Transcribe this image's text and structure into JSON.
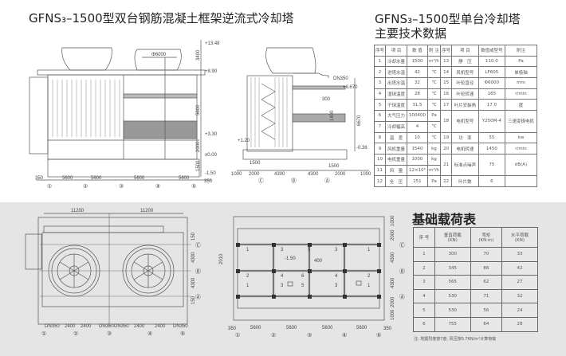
{
  "titles": {
    "left": "GFNS₃–1500型双台钢筋混凝土框架逆流式冷却塔",
    "right_line1": "GFNS₃–1500型单台冷却塔",
    "right_line2": "主要技术数据"
  },
  "spec_table": {
    "headers": [
      "序号",
      "项 目",
      "数 值",
      "附 注",
      "序号",
      "项 目",
      "数值或型号",
      "附注"
    ],
    "rows": [
      [
        "1",
        "冷却水量",
        "1500",
        "m³/h",
        "13",
        "静　压",
        "110.0",
        "Pa"
      ],
      [
        "2",
        "进塔水温",
        "42",
        "℃",
        "14",
        "风机型号",
        "LF605",
        "单极轴"
      ],
      [
        "3",
        "出塔水温",
        "32",
        "℃",
        "15",
        "叶轮直径",
        "Φ6000",
        "mm"
      ],
      [
        "4",
        "湿球温度",
        "28",
        "℃",
        "16",
        "叶轮转速",
        "165",
        "r/min"
      ],
      [
        "5",
        "干球温度",
        "31.5",
        "℃",
        "17",
        "叶片安装角",
        "17.0",
        "度"
      ],
      [
        "6",
        "大气压力",
        "100400",
        "Pa",
        "18",
        "电机型号",
        "Y250M-4",
        "三速变极电机"
      ],
      [
        "7",
        "冷却幅高",
        "4",
        "℃"
      ],
      [
        "8",
        "温　差",
        "10",
        "℃",
        "19",
        "功　率",
        "55",
        "kw"
      ],
      [
        "9",
        "风机重量",
        "1540",
        "kg",
        "20",
        "电机转速",
        "1450",
        "r/min"
      ],
      [
        "10",
        "电机重量",
        "1000",
        "kg",
        "21",
        "标准点噪声",
        "75",
        "dB(A)"
      ],
      [
        "11",
        "风　量",
        "12×10⁵",
        "m³/h"
      ],
      [
        "12",
        "全　压",
        "151",
        "Pa",
        "22",
        "叶片数",
        "6",
        ""
      ]
    ]
  },
  "load_table": {
    "title": "基础载荷表",
    "headers": [
      "序 号",
      "垂直荷载\n(KN)",
      "弯矩\n(KN·m)",
      "水平荷载\n(KN)"
    ],
    "rows": [
      [
        "1",
        "300",
        "70",
        "33"
      ],
      [
        "2",
        "345",
        "86",
        "42"
      ],
      [
        "3",
        "565",
        "62",
        "27"
      ],
      [
        "4",
        "530",
        "71",
        "32"
      ],
      [
        "5",
        "530",
        "56",
        "24"
      ],
      [
        "6",
        "755",
        "64",
        "28"
      ]
    ],
    "note": "注: 地震烈度按7度, 风压按0.7KN/m²计算荷载"
  },
  "front_elevation": {
    "levels": [
      "+13.48",
      "+8.90",
      "+3.30",
      "±0.00",
      "-1.50"
    ],
    "vdims": [
      "3400",
      "5600",
      "2000",
      "1500"
    ],
    "fan_dia": "Φ6000",
    "hdims": [
      "350",
      "5600",
      "5600",
      "5600",
      "5600",
      "350"
    ],
    "axes": [
      "①",
      "②",
      "③",
      "④",
      "⑤"
    ]
  },
  "side_elevation": {
    "labels": [
      "DN350",
      "+6.670",
      "300",
      "1400",
      "6670",
      "+1.20",
      "-0.36",
      "1500",
      "1500"
    ],
    "hdims": [
      "1000",
      "2000",
      "4300",
      "4300",
      "2000",
      "1000"
    ],
    "axes": [
      "Ⓒ",
      "Ⓑ",
      "Ⓐ"
    ]
  },
  "top_plan": {
    "top_dims": [
      "11200",
      "11200"
    ],
    "pipes": [
      "DN350",
      "DN350",
      "DN350",
      "DN350"
    ],
    "bottom_dims": [
      "2400",
      "2400",
      "2400",
      "2400"
    ],
    "right_dims": [
      "150",
      "4300",
      "4300",
      "150"
    ],
    "axes_x": [
      "①",
      "②",
      "③",
      "④",
      "⑤"
    ],
    "axes_y": [
      "Ⓒ",
      "Ⓑ",
      "Ⓐ"
    ]
  },
  "foundation_plan": {
    "node_labels": [
      "1",
      "3",
      "5",
      "3",
      "1",
      "2",
      "4",
      "6",
      "4",
      "2",
      "1",
      "3",
      "5",
      "3",
      "1"
    ],
    "level": "-1.50",
    "dim_400": "400",
    "left_dim": "2010",
    "hdims": [
      "350",
      "5600",
      "5600",
      "5600",
      "5600",
      "350"
    ],
    "right_dims": [
      "1000",
      "2000",
      "4300",
      "4300",
      "2000",
      "1000"
    ],
    "axes_x": [
      "①",
      "②",
      "③",
      "④",
      "⑤"
    ],
    "axes_y": [
      "Ⓒ",
      "Ⓑ",
      "Ⓐ"
    ]
  }
}
